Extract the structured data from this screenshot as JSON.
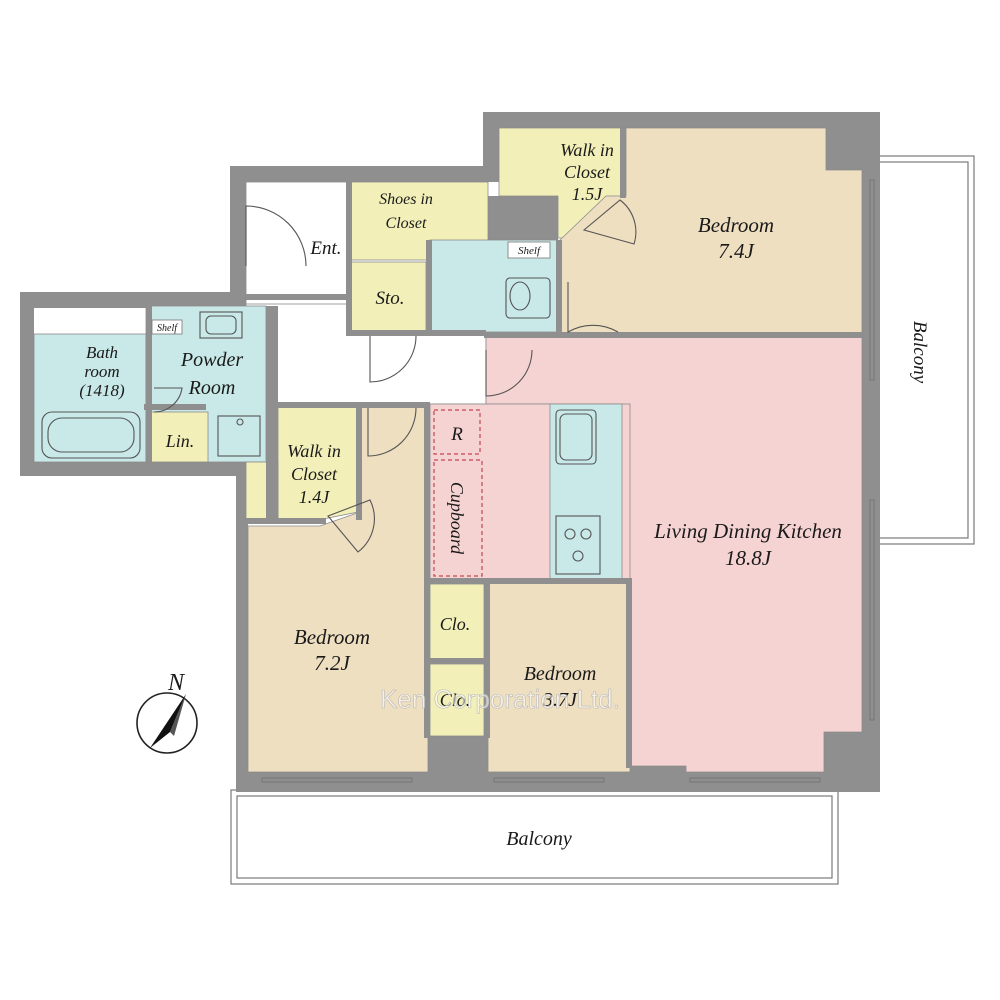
{
  "colors": {
    "living": "#f6d3d3",
    "bedroom": "#efdfc1",
    "closet": "#f2f0b8",
    "wet": "#c9e8e8",
    "wall": "#8f8f8f",
    "floor": "#ffffff"
  },
  "rooms": {
    "walk_in_closet_1": {
      "line1": "Walk in",
      "line2": "Closet",
      "area": "1.5J"
    },
    "bedroom_1": {
      "name": "Bedroom",
      "area": "7.4J"
    },
    "shoes_closet": {
      "line1": "Shoes in",
      "line2": "Closet"
    },
    "entrance": {
      "name": "Ent."
    },
    "storage": {
      "name": "Sto."
    },
    "shelf_1": {
      "name": "Shelf"
    },
    "shelf_2": {
      "name": "Shelf"
    },
    "bathroom": {
      "line1": "Bath",
      "line2": "room",
      "line3": "(1418)"
    },
    "powder_room": {
      "line1": "Powder",
      "line2": "Room"
    },
    "linen": {
      "name": "Lin."
    },
    "walk_in_closet_2": {
      "line1": "Walk in",
      "line2": "Closet",
      "area": "1.4J"
    },
    "refrigerator": {
      "name": "R"
    },
    "cupboard": {
      "name": "Cupboard"
    },
    "ldk": {
      "name": "Living Dining Kitchen",
      "area": "18.8J"
    },
    "bedroom_2": {
      "name": "Bedroom",
      "area": "7.2J"
    },
    "closet_a": {
      "name": "Clo."
    },
    "closet_b": {
      "name": "Clo."
    },
    "bedroom_3": {
      "name": "Bedroom",
      "area": "3.7J"
    },
    "balcony_east": {
      "name": "Balcony"
    },
    "balcony_south": {
      "name": "Balcony"
    }
  },
  "compass": {
    "label": "N"
  },
  "watermark": "Ken Corporation Ltd."
}
